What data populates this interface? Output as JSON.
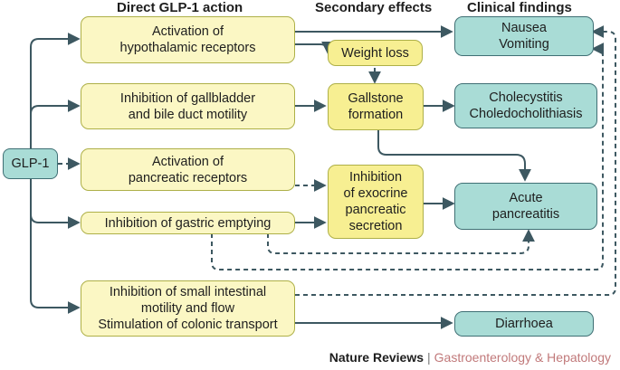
{
  "headers": {
    "direct": "Direct GLP-1 action",
    "secondary": "Secondary effects",
    "clinical": "Clinical findings"
  },
  "nodes": {
    "glp1": "GLP-1",
    "hypothalamic": "Activation of\nhypothalamic receptors",
    "gallbladder": "Inhibition of gallbladder\nand bile duct motility",
    "pancreatic_receptors": "Activation of\npancreatic receptors",
    "gastric": "Inhibition of gastric emptying",
    "small_intestinal": "Inhibition of small intestinal\nmotility and flow\nStimulation of colonic transport",
    "weight_loss": "Weight loss",
    "gallstone": "Gallstone\nformation",
    "exocrine": "Inhibition\nof exocrine\npancreatic\nsecretion",
    "nausea": "Nausea\nVomiting",
    "cholecystitis": "Cholecystitis\nCholedocholithiasis",
    "pancreatitis": "Acute\npancreatitis",
    "diarrhoea": "Diarrhoea"
  },
  "footer": {
    "brand": "Nature Reviews",
    "separator": "|",
    "journal": "Gastroenterology & Hepatology"
  },
  "colors": {
    "arrow": "#3d5861",
    "pale_yellow": "#fbf7c4",
    "bright_yellow": "#f7ef92",
    "teal": "#a9dcd6",
    "journal_text": "#c1797a"
  }
}
